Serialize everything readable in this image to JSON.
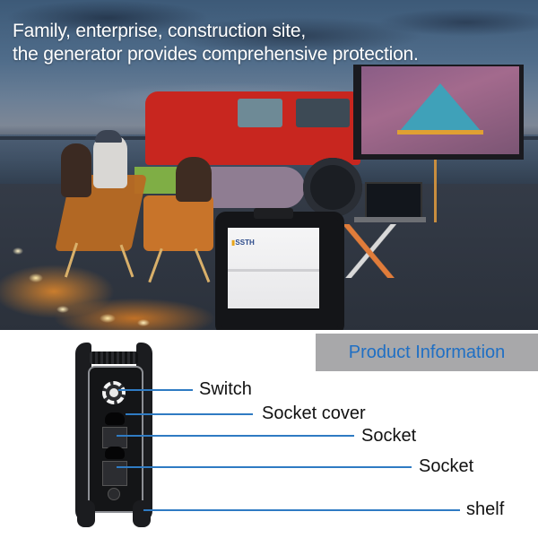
{
  "hero": {
    "headline_line1": "Family, enterprise, construction site,",
    "headline_line2": "the generator provides comprehensive protection.",
    "generator_logo": "SSTH"
  },
  "product_info": {
    "title": "Product Information",
    "title_color": "#1f6fc4",
    "banner_color": "#a8a8aa",
    "leader_color": "#2f7bc3",
    "callouts": [
      {
        "label": "Switch"
      },
      {
        "label": "Socket cover"
      },
      {
        "label": "Socket"
      },
      {
        "label": "Socket"
      },
      {
        "label": "shelf"
      }
    ]
  }
}
